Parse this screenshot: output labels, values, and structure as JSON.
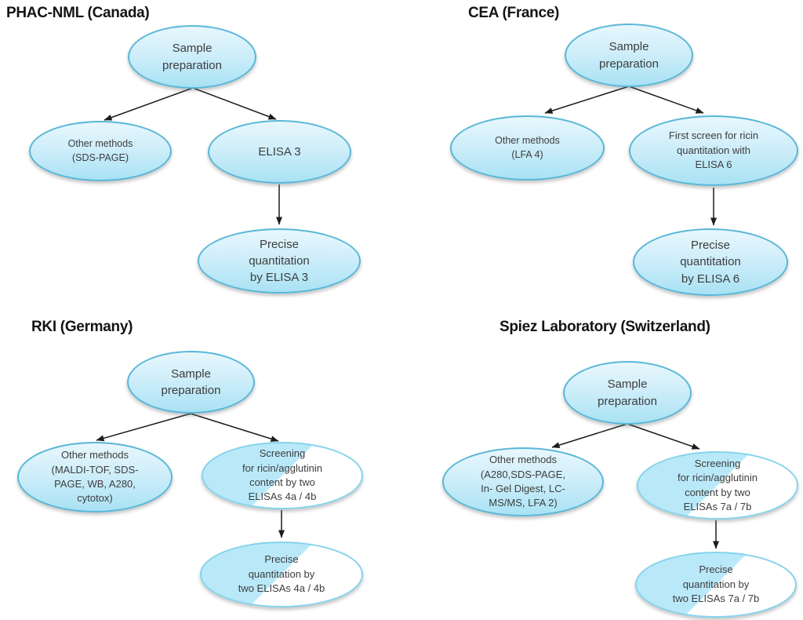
{
  "figure": {
    "type": "flowcharts",
    "description": "Four laboratory workflow flowcharts for ricin analysis"
  },
  "colors": {
    "node_fill_top": "#e8f7fd",
    "node_fill_bottom": "#a9e2f4",
    "node_border": "#58b7d8",
    "twotone_blue": "#b9e9f9",
    "twotone_white": "#ffffff",
    "twotone_border": "#85d3ec",
    "arrow": "#1c1c1c",
    "text": "#3d3d3d",
    "title_text": "#141414"
  },
  "diagrams": [
    {
      "title": "PHAC-NML (Canada)",
      "nodes": {
        "sample": "Sample\npreparation",
        "left": "Other methods\n(SDS-PAGE)",
        "right": "ELISA 3",
        "bottom": "Precise\nquantitation\nby ELISA 3"
      }
    },
    {
      "title": "CEA (France)",
      "nodes": {
        "sample": "Sample\npreparation",
        "left": "Other methods\n(LFA 4)",
        "right": "First screen for ricin\nquantitation with\nELISA 6",
        "bottom": "Precise\nquantitation\nby ELISA 6"
      }
    },
    {
      "title": "RKI (Germany)",
      "nodes": {
        "sample": "Sample\npreparation",
        "left": "Other methods\n(MALDI-TOF, SDS-\nPAGE, WB, A280,\ncytotox)",
        "right": "Screening\nfor ricin/agglutinin\ncontent by two\nELISAs 4a / 4b",
        "bottom": "Precise\nquantitation by\ntwo ELISAs 4a / 4b"
      }
    },
    {
      "title": "Spiez Laboratory (Switzerland)",
      "nodes": {
        "sample": "Sample\npreparation",
        "left": "Other methods\n(A280,SDS-PAGE,\nIn- Gel Digest, LC-\nMS/MS, LFA 2)",
        "right": "Screening\nfor ricin/agglutinin\ncontent by two\nELISAs 7a / 7b",
        "bottom": "Precise\nquantitation by\ntwo ELISAs 7a / 7b"
      }
    }
  ]
}
